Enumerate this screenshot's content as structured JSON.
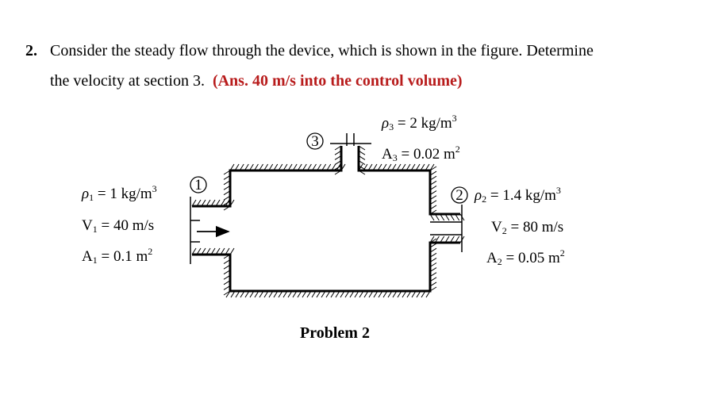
{
  "problem": {
    "number": "2.",
    "line1": "Consider the steady flow through the device, which is shown in the figure. Determine",
    "line2": "the velocity at section 3.",
    "answer": "(Ans. 40 m/s into the control volume)"
  },
  "figure": {
    "caption": "Problem 2",
    "section1": {
      "marker": "1",
      "rho": {
        "sym": "ρ",
        "sub": "1",
        "val": " = 1 kg/m",
        "sup": "3"
      },
      "V": {
        "sym": "V",
        "sub": "1",
        "val": " = 40 m/s"
      },
      "A": {
        "sym": "A",
        "sub": "1",
        "val": " = 0.1 m",
        "sup": "2"
      }
    },
    "section2": {
      "marker": "2",
      "rho": {
        "sym": "ρ",
        "sub": "2",
        "val": " = 1.4 kg/m",
        "sup": "3"
      },
      "V": {
        "sym": "V",
        "sub": "2",
        "val": " = 80 m/s"
      },
      "A": {
        "sym": "A",
        "sub": "2",
        "val": " = 0.05 m",
        "sup": "2"
      }
    },
    "section3": {
      "marker": "3",
      "rho": {
        "sym": "ρ",
        "sub": "3",
        "val": " = 2 kg/m",
        "sup": "3"
      },
      "A": {
        "sym": "A",
        "sub": "3",
        "val": " = 0.02 m",
        "sup": "2"
      }
    }
  }
}
